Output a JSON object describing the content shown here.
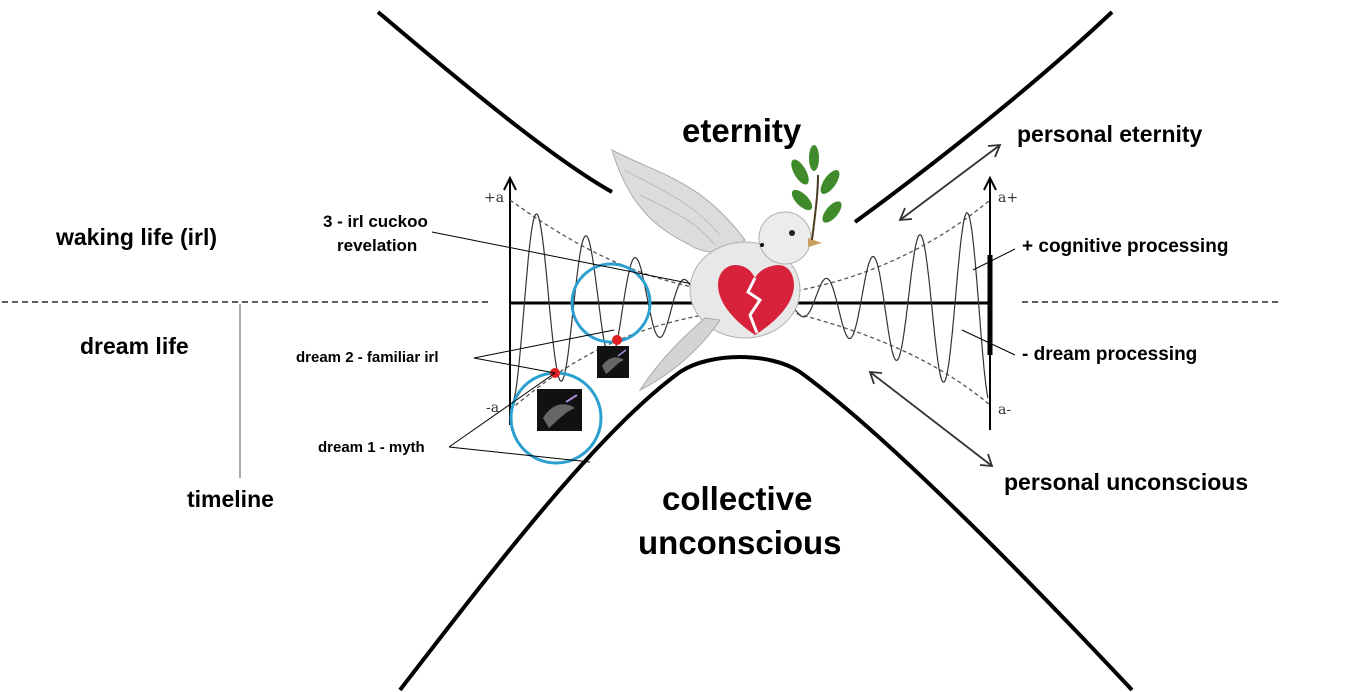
{
  "labels": {
    "eternity": "eternity",
    "collective": "collective",
    "unconscious": "unconscious",
    "personal_eternity": "personal eternity",
    "personal_unconscious": "personal unconscious",
    "cognitive_processing": "+ cognitive processing",
    "dream_processing": "- dream processing",
    "waking_life": "waking life (irl)",
    "dream_life": "dream life",
    "timeline": "timeline",
    "irl_cuckoo_line1": "3 - irl cuckoo",
    "irl_cuckoo_line2": "revelation",
    "dream2": "dream 2 - familiar irl",
    "dream1": "dream 1 - myth"
  },
  "axis_marks": {
    "left_top": "+a",
    "left_bottom": "-a",
    "right_top": "a+",
    "right_bottom": "a-"
  },
  "icons": [
    "dove-with-olive-branch-icon",
    "broken-heart-icon",
    "small-dark-dove-icon"
  ],
  "colors": {
    "circle": "#2a9fd0",
    "marker": "#e02020",
    "heart": "#d8213a",
    "leaf": "#3f8a2a"
  }
}
